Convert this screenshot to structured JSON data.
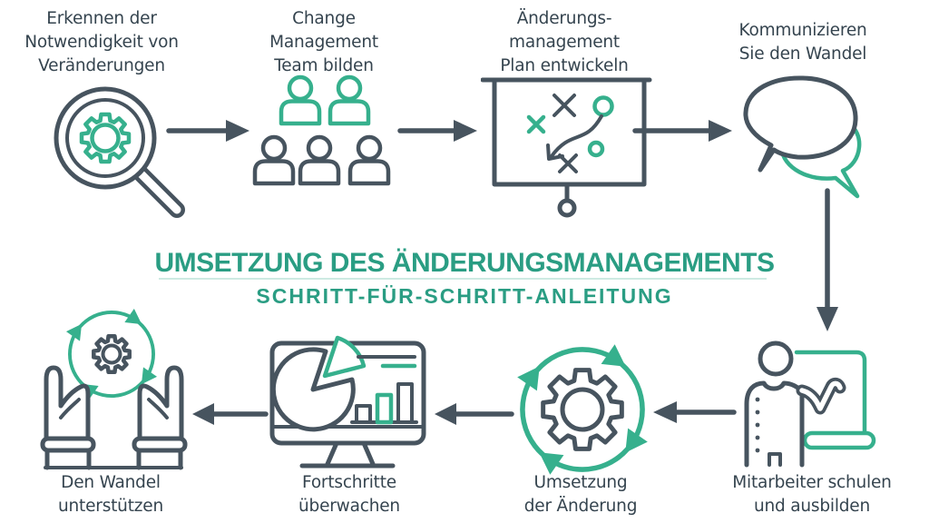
{
  "title": {
    "heading": "UMSETZUNG DES ÄNDERUNGSMANAGEMENTS",
    "subheading": "SCHRITT-FÜR-SCHRITT-ANLEITUNG"
  },
  "colors": {
    "dark": "#47545f",
    "green": "#36b08d",
    "teal": "#2a9d83",
    "divider": "#cdeae2",
    "text": "#35444f"
  },
  "steps_top": [
    {
      "label": "Erkennen der\nNotwendigkeit von\nVeränderungen",
      "icon": "magnifier-gear-icon"
    },
    {
      "label": "Change\nManagement\nTeam bilden",
      "icon": "team-icon"
    },
    {
      "label": "Änderungs-\nmanagement\nPlan entwickeln",
      "icon": "strategy-board-icon"
    },
    {
      "label": "Kommunizieren\nSie den Wandel",
      "icon": "speech-bubbles-icon"
    }
  ],
  "steps_bottom": [
    {
      "label": "Den Wandel\nunterstützen",
      "icon": "hands-support-icon"
    },
    {
      "label": "Fortschritte\nüberwachen",
      "icon": "monitor-charts-icon"
    },
    {
      "label": "Umsetzung\nder Änderung",
      "icon": "gear-cycle-icon"
    },
    {
      "label": "Mitarbeiter schulen\nund ausbilden",
      "icon": "trainer-board-icon"
    }
  ]
}
